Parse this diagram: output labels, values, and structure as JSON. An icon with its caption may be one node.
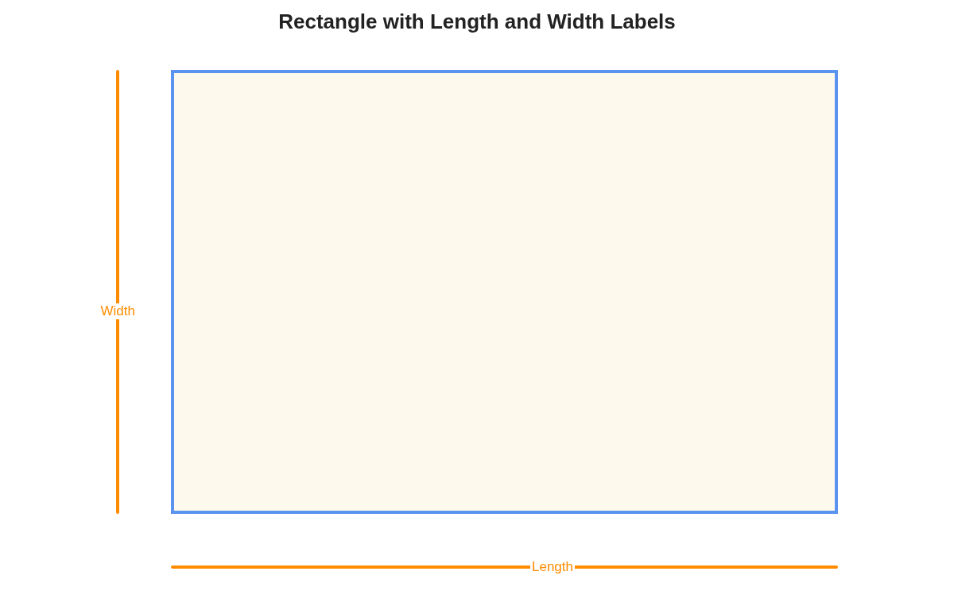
{
  "diagram": {
    "title": "Rectangle with Length and Width Labels",
    "nodes": [
      {
        "text": [],
        "shape": "box"
      }
    ],
    "labels": [
      "Width",
      "Length"
    ]
  }
}
